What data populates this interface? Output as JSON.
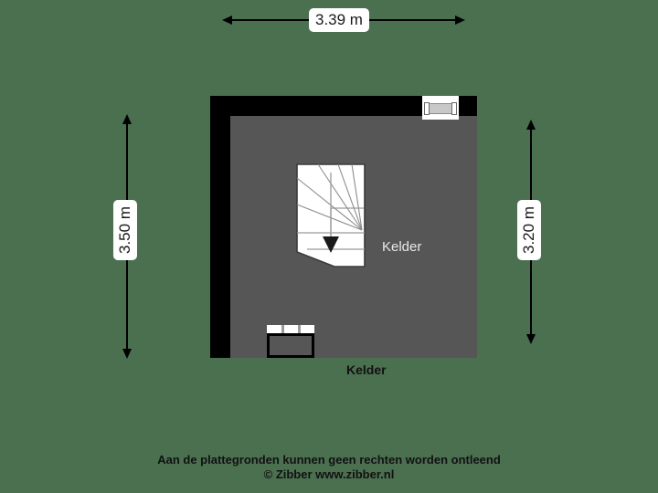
{
  "plan": {
    "background_color": "#4a7050",
    "wall_color": "#000000",
    "floor_color": "#565656",
    "stair_color": "#ffffff"
  },
  "dimensions": {
    "top": {
      "value": "3.39 m",
      "orientation": "horizontal"
    },
    "left": {
      "value": "3.50 m",
      "orientation": "vertical"
    },
    "right": {
      "value": "3.20 m",
      "orientation": "vertical"
    }
  },
  "rooms": [
    {
      "name": "room-kelder",
      "label": "Kelder"
    }
  ],
  "annotations": {
    "outside_label": "Kelder"
  },
  "footer": {
    "line1": "Aan de plattegronden kunnen geen rechten worden ontleend",
    "line2": "© Zibber www.zibber.nl"
  }
}
